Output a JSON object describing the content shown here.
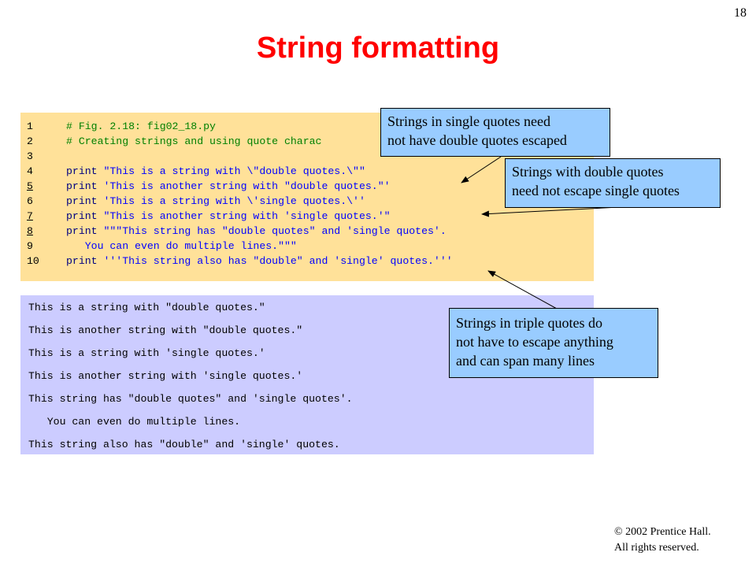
{
  "page_number": "18",
  "title": "String formatting",
  "code_lines": [
    {
      "num": "1",
      "underline": false,
      "tokens": [
        {
          "t": "# Fig. 2.18: fig02_18.py",
          "c": "comment"
        }
      ]
    },
    {
      "num": "2",
      "underline": false,
      "tokens": [
        {
          "t": "# Creating strings and using quote charac",
          "c": "comment"
        }
      ]
    },
    {
      "num": "3",
      "underline": false,
      "tokens": []
    },
    {
      "num": "4",
      "underline": false,
      "tokens": [
        {
          "t": "print ",
          "c": "keyword"
        },
        {
          "t": "\"This is a string with \\\"double quotes.\\\"\"",
          "c": "string"
        }
      ]
    },
    {
      "num": "5",
      "underline": true,
      "tokens": [
        {
          "t": "print ",
          "c": "keyword"
        },
        {
          "t": "'This is another string with \"double quotes.\"'",
          "c": "string"
        }
      ]
    },
    {
      "num": "6",
      "underline": false,
      "tokens": [
        {
          "t": "print ",
          "c": "keyword"
        },
        {
          "t": "'This is a string with \\'single quotes.\\''",
          "c": "string"
        }
      ]
    },
    {
      "num": "7",
      "underline": true,
      "tokens": [
        {
          "t": "print ",
          "c": "keyword"
        },
        {
          "t": "\"This is another string with 'single quotes.'\"",
          "c": "string"
        }
      ]
    },
    {
      "num": "8",
      "underline": true,
      "tokens": [
        {
          "t": "print ",
          "c": "keyword"
        },
        {
          "t": "\"\"\"This string has \"double quotes\" and 'single quotes'.",
          "c": "string"
        }
      ]
    },
    {
      "num": "9",
      "underline": false,
      "tokens": [
        {
          "t": "   You can even do multiple lines.\"\"\"",
          "c": "string"
        }
      ]
    },
    {
      "num": "10",
      "underline": false,
      "tokens": [
        {
          "t": "print ",
          "c": "keyword"
        },
        {
          "t": "'''This string also has \"double\" and 'single' quotes.'''",
          "c": "string"
        }
      ]
    }
  ],
  "output_lines": [
    "This is a string with \"double quotes.\"",
    "This is another string with \"double quotes.\"",
    "This is a string with 'single quotes.'",
    "This is another string with 'single quotes.'",
    "This string has \"double quotes\" and 'single quotes'.",
    "   You can even do multiple lines.",
    "This string also has \"double\" and 'single' quotes."
  ],
  "callouts": {
    "single": [
      "Strings in single quotes need",
      "not have double quotes escaped"
    ],
    "double": [
      "Strings with double quotes",
      "need not escape single quotes"
    ],
    "triple": [
      "Strings in triple quotes do",
      "not have to escape anything",
      "and can span many lines"
    ]
  },
  "copyright": {
    "line1": "© 2002 Prentice Hall.",
    "line2": "All rights reserved."
  },
  "colors": {
    "title": "#ff0000",
    "code_background": "#ffe199",
    "output_background": "#ccccff",
    "callout_background": "#99ccff",
    "comment": "#008000",
    "keyword": "#000080",
    "string": "#0000ff"
  }
}
